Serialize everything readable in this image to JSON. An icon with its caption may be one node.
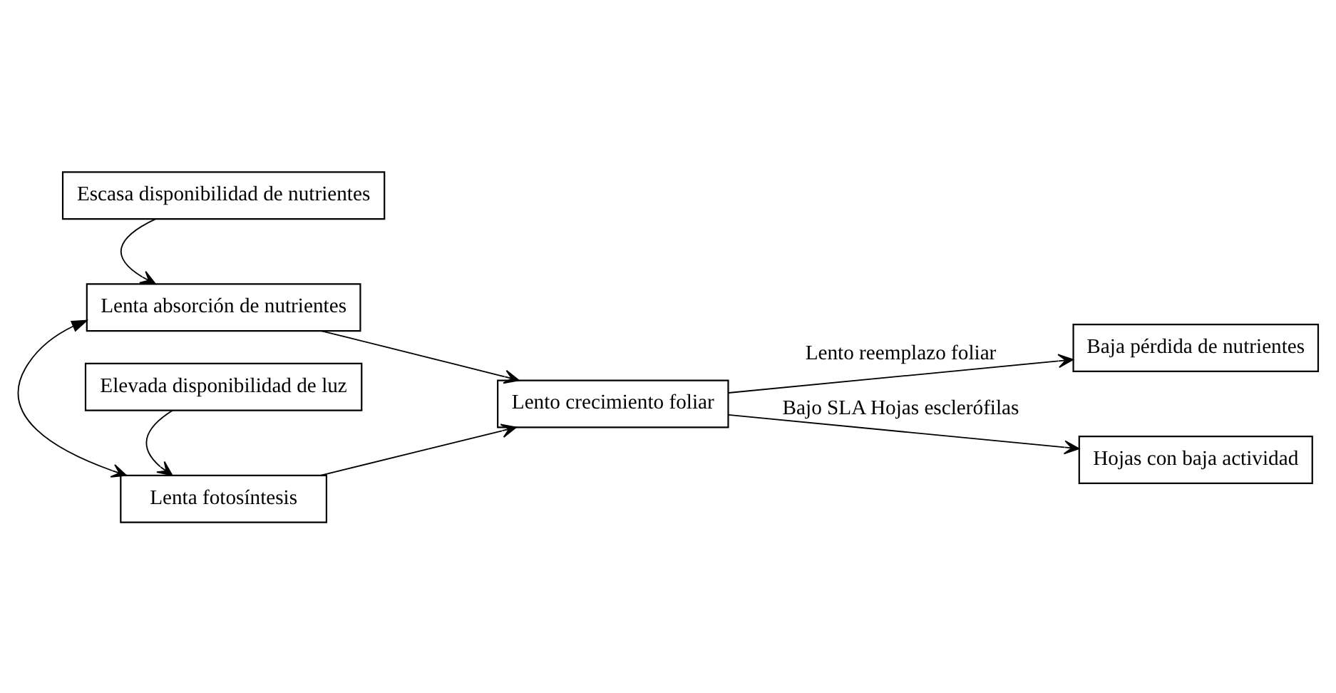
{
  "diagram": {
    "nodes": [
      {
        "text": [
          "Escasa disponibilidad de nutrientes"
        ]
      },
      {
        "text": [
          "Lenta absorción de nutrientes"
        ]
      },
      {
        "text": [
          "Lenta fotosíntesis"
        ]
      },
      {
        "text": [
          "Elevada disponibilidad de luz"
        ]
      },
      {
        "text": [
          "Lento crecimiento foliar"
        ]
      },
      {
        "text": [
          "Baja pérdida de nutrientes"
        ]
      },
      {
        "text": [
          "Hojas con baja actividad"
        ]
      }
    ],
    "edges": [
      {
        "from": 0,
        "to": 1,
        "arrow": "to"
      },
      {
        "from": 1,
        "to": 2,
        "arrow": "both"
      },
      {
        "from": 3,
        "to": 2,
        "arrow": "to"
      },
      {
        "from": 1,
        "to": 4,
        "arrow": "to"
      },
      {
        "from": 2,
        "to": 4,
        "arrow": "to"
      },
      {
        "from": 4,
        "to": 5,
        "arrow": "to",
        "label": "Lento reemplazo foliar"
      },
      {
        "from": 4,
        "to": 6,
        "arrow": "to",
        "label": "Bajo SLA Hojas esclerófilas"
      }
    ]
  }
}
